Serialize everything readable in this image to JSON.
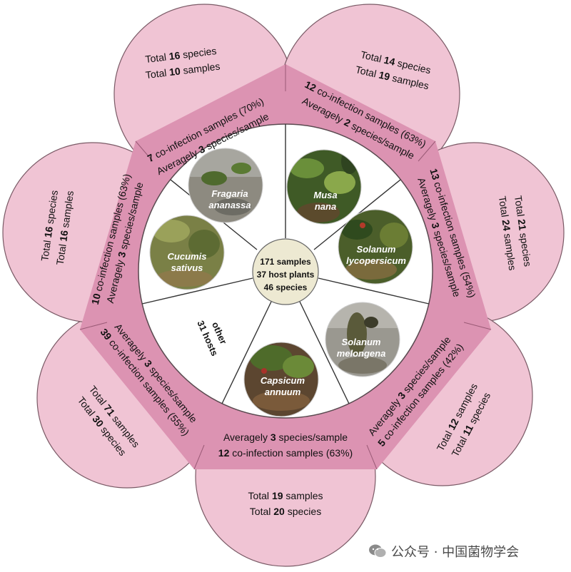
{
  "center": {
    "lines": [
      "171 samples",
      "37 host plants",
      "46 species"
    ]
  },
  "other_hosts": {
    "line1": "other",
    "line2": "31 hosts"
  },
  "hosts": [
    {
      "id": "fragaria",
      "name1": "Fragaria",
      "name2": "ananassa",
      "total_species": "16",
      "total_samples": "10",
      "coinf_samples": "7",
      "coinf_pct": "(70%)",
      "avg_species": "3"
    },
    {
      "id": "musa",
      "name1": "Musa",
      "name2": "nana",
      "total_species": "14",
      "total_samples": "19",
      "coinf_samples": "12",
      "coinf_pct": "(63%)",
      "avg_species": "2"
    },
    {
      "id": "solanum-lyco",
      "name1": "Solanum",
      "name2": "lycopersicum",
      "total_species": "21",
      "total_samples": "24",
      "coinf_samples": "13",
      "coinf_pct": "(54%)",
      "avg_species": "3"
    },
    {
      "id": "solanum-melo",
      "name1": "Solanum",
      "name2": "melongena",
      "total_species": "11",
      "total_samples": "12",
      "coinf_samples": "5",
      "coinf_pct": "(42%)",
      "avg_species": "3"
    },
    {
      "id": "capsicum",
      "name1": "Capsicum",
      "name2": "annuum",
      "total_species": "20",
      "total_samples": "19",
      "coinf_samples": "12",
      "coinf_pct": "(63%)",
      "avg_species": "3"
    },
    {
      "id": "other",
      "name1": "",
      "name2": "",
      "total_species": "30",
      "total_samples": "71",
      "coinf_samples": "39",
      "coinf_pct": "(55%)",
      "avg_species": "3"
    },
    {
      "id": "cucumis",
      "name1": "Cucumis",
      "name2": "sativus",
      "total_species": "16",
      "total_samples": "16",
      "coinf_samples": "10",
      "coinf_pct": "(63%)",
      "avg_species": "3"
    }
  ],
  "phrases": {
    "total": "Total ",
    "species": " species",
    "samples": " samples",
    "coinf": " co-infection samples",
    "averagely": "Averagely ",
    "per_sample": " species/sample"
  },
  "watermark": "公众号 · 中国菌物学会",
  "colors": {
    "petal_fill": "#f0c4d4",
    "petal_stroke": "#7a5a66",
    "band_fill": "#dc93b2",
    "center_fill": "#ede9d2",
    "spoke": "#333333"
  }
}
